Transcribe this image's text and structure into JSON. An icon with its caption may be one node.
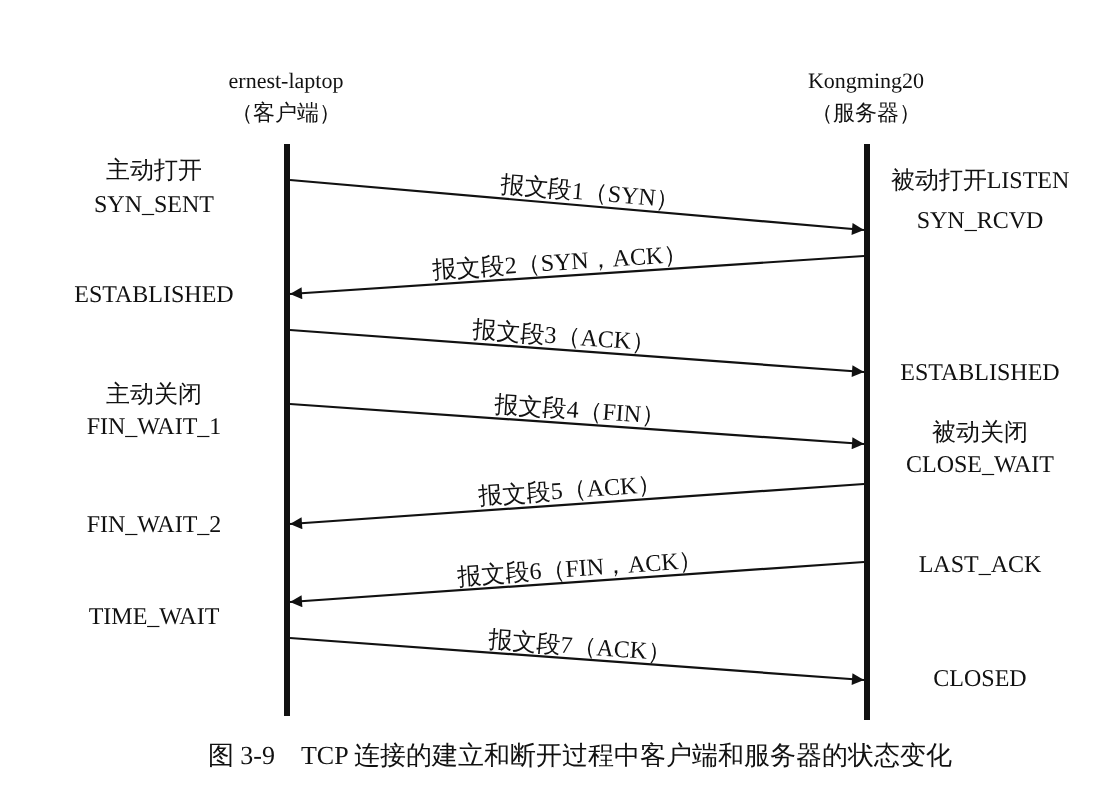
{
  "diagram": {
    "caption": "图 3-9　TCP 连接的建立和断开过程中客户端和服务器的状态变化",
    "nodes": [
      {
        "text": [
          "ernest-laptop",
          "（客户端）"
        ]
      },
      {
        "text": [
          "Kongming20",
          "（服务器）"
        ]
      }
    ],
    "edges": [
      {
        "from": 0,
        "to": 1,
        "arrow": "to",
        "label": "报文段1（SYN）"
      },
      {
        "from": 1,
        "to": 0,
        "arrow": "to",
        "label": "报文段2（SYN，ACK）"
      },
      {
        "from": 0,
        "to": 1,
        "arrow": "to",
        "label": "报文段3（ACK）"
      },
      {
        "from": 0,
        "to": 1,
        "arrow": "to",
        "label": "报文段4（FIN）"
      },
      {
        "from": 1,
        "to": 0,
        "arrow": "to",
        "label": "报文段5（ACK）"
      },
      {
        "from": 1,
        "to": 0,
        "arrow": "to",
        "label": "报文段6（FIN，ACK）"
      },
      {
        "from": 0,
        "to": 1,
        "arrow": "to",
        "label": "报文段7（ACK）"
      }
    ],
    "labels": [
      "主动打开",
      "被动打开LISTEN",
      "SYN_SENT",
      "SYN_RCVD",
      "ESTABLISHED",
      "ESTABLISHED",
      "主动关闭",
      "FIN_WAIT_1",
      "被动关闭",
      "CLOSE_WAIT",
      "FIN_WAIT_2",
      "LAST_ACK",
      "TIME_WAIT",
      "CLOSED"
    ]
  }
}
